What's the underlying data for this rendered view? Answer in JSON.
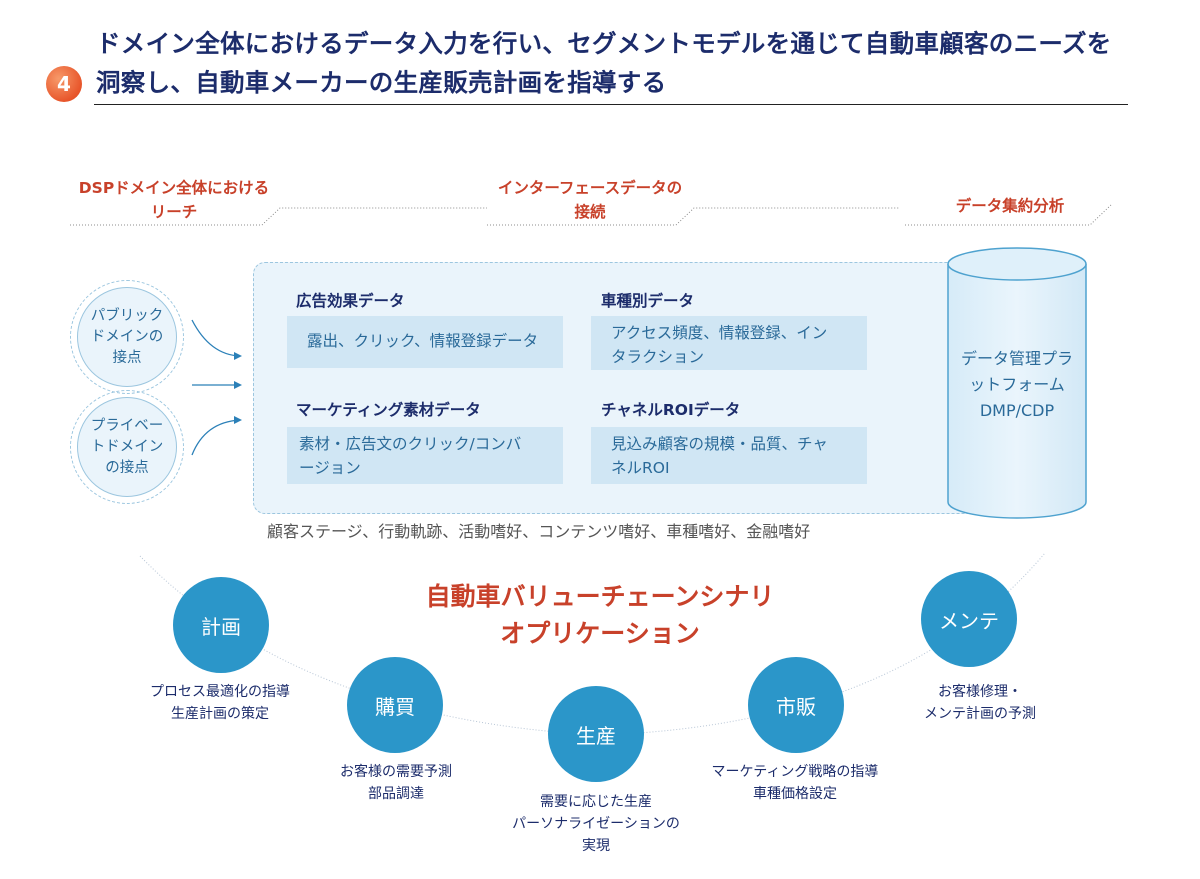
{
  "header": {
    "badge_number": "4",
    "title_line1": "ドメイン全体におけるデータ入力を行い、セグメントモデルを通じて自動車顧客のニーズを",
    "title_line2": "洞察し、自動車メーカーの生産販売計画を指導する"
  },
  "stages": [
    {
      "line1": "DSPドメイン全体における",
      "line2": "リーチ"
    },
    {
      "line1": "インターフェースデータの",
      "line2": "接続"
    },
    {
      "line1": "データ集約分析",
      "line2": ""
    }
  ],
  "touch_points": [
    {
      "label": "パブリック\nドメインの\n接点"
    },
    {
      "label": "プライベー\nトドメイン\nの接点"
    }
  ],
  "data_sections": [
    {
      "title": "広告効果データ",
      "detail_line1": "露出、クリック、情報登録データ",
      "detail_line2": ""
    },
    {
      "title": "車種別データ",
      "detail_line1": "アクセス頻度、情報登録、イン",
      "detail_line2": "タラクション"
    },
    {
      "title": "マーケティング素材データ",
      "detail_line1": "素材・広告文のクリック/コンバ",
      "detail_line2": "ージョン"
    },
    {
      "title": "チャネルROIデータ",
      "detail_line1": "見込み顧客の規模・品質、チャ",
      "detail_line2": "ネルROI"
    }
  ],
  "platform": {
    "line1": "データ管理プラ",
    "line2": "ットフォーム",
    "line3": "DMP/CDP"
  },
  "summary_text": "顧客ステージ、行動軌跡、活動嗜好、コンテンツ嗜好、車種嗜好、金融嗜好",
  "value_chain": {
    "title_line1": "自動車バリューチェーンシナリ",
    "title_line2": "オプリケーション",
    "nodes": [
      {
        "label": "計画",
        "desc": "プロセス最適化の指導\n生産計画の策定"
      },
      {
        "label": "購買",
        "desc": "お客様の需要予測\n部品調達"
      },
      {
        "label": "生産",
        "desc": "需要に応じた生産\nパーソナライゼーションの\n実現"
      },
      {
        "label": "市販",
        "desc": "マーケティング戦略の指導\n車種価格設定"
      },
      {
        "label": "メンテ",
        "desc": "お客様修理・\nメンテ計画の予測"
      }
    ]
  },
  "colors": {
    "accent_red": "#c8412a",
    "navy": "#1c2c6b",
    "node_blue": "#2b96c9",
    "badge_orange": "#e8562b"
  }
}
